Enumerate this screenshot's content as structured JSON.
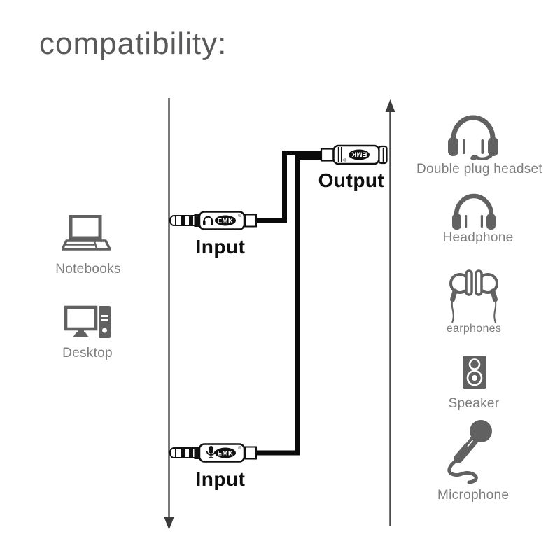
{
  "title": "compatibility:",
  "connectors": {
    "output": {
      "label": "Output",
      "brand": "EMK",
      "reg": "®"
    },
    "input_top": {
      "label": "Input",
      "brand": "EMK",
      "reg": "®"
    },
    "input_bottom": {
      "label": "Input",
      "brand": "EMK",
      "reg": "®"
    }
  },
  "sources": [
    {
      "label": "Notebooks"
    },
    {
      "label": "Desktop"
    }
  ],
  "devices": [
    {
      "label": "Double plug headset"
    },
    {
      "label": "Headphone"
    },
    {
      "label": "earphones"
    },
    {
      "label": "Speaker"
    },
    {
      "label": "Microphone"
    }
  ],
  "colors": {
    "cable": "#0a0a0a",
    "connector_outline": "#111111",
    "icon_gray": "#616161",
    "label_gray": "#7d7d7d",
    "title_gray": "#58585a",
    "flow_line": "#4d4d4d"
  }
}
